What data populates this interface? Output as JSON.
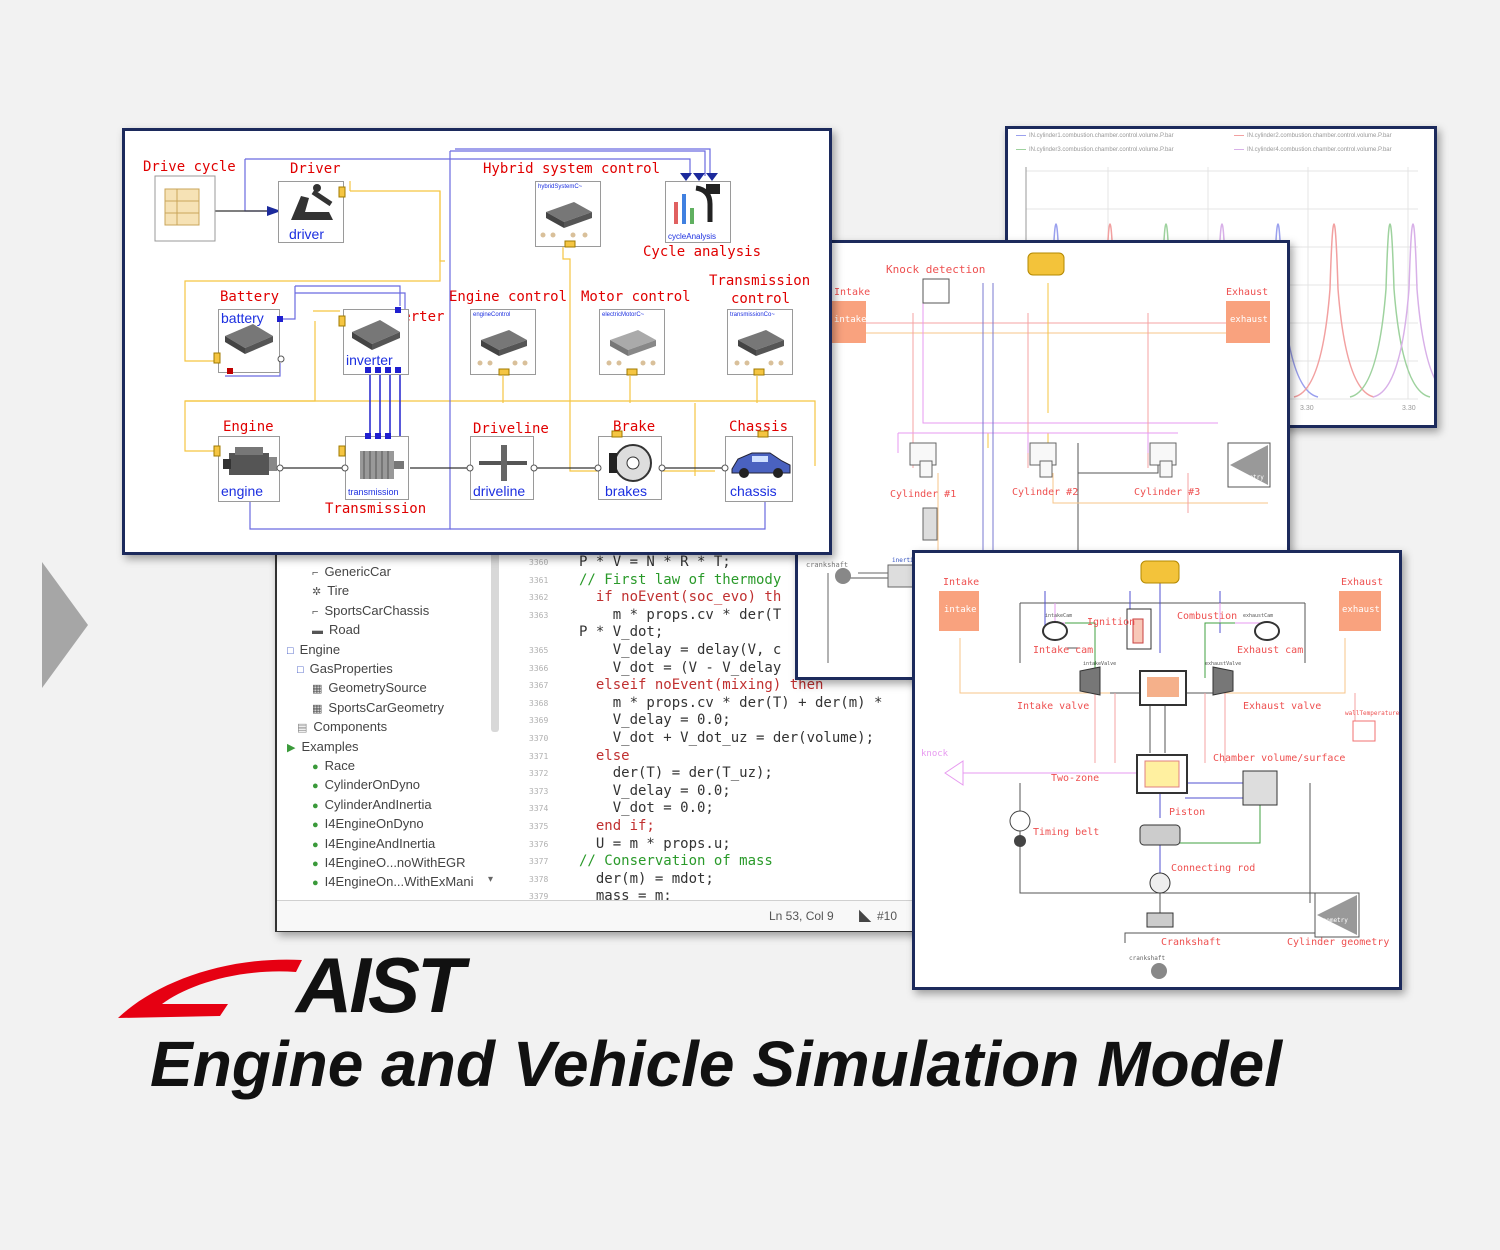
{
  "tree_items": [
    {
      "label": "GenericCar"
    },
    {
      "label": "Tire"
    },
    {
      "label": "SportsCarChassis"
    },
    {
      "label": "Road"
    },
    {
      "label": "Engine"
    },
    {
      "label": "GasProperties"
    },
    {
      "label": "GeometrySource"
    },
    {
      "label": "SportsCarGeometry"
    },
    {
      "label": "Components"
    },
    {
      "label": "Examples"
    },
    {
      "label": "Race"
    },
    {
      "label": "CylinderOnDyno"
    },
    {
      "label": "CylinderAndInertia"
    },
    {
      "label": "I4EngineOnDyno"
    },
    {
      "label": "I4EngineAndInertia"
    },
    {
      "label": "I4EngineO...noWithEGR"
    },
    {
      "label": "I4EngineOn...WithExMani"
    }
  ],
  "code_lines": [
    {
      "num": "3360",
      "text": "P * V = N * R * T;"
    },
    {
      "num": "3361",
      "text": "// First law of thermody"
    },
    {
      "num": "3362",
      "text": "  if noEvent(soc_evo) th"
    },
    {
      "num": "3363",
      "text": "    m * props.cv * der(T"
    },
    {
      "num": "",
      "text": "P * V_dot;"
    },
    {
      "num": "3365",
      "text": "    V_delay = delay(V, c"
    },
    {
      "num": "3366",
      "text": "    V_dot = (V - V_delay"
    },
    {
      "num": "3367",
      "text": "  elseif noEvent(mixing) then"
    },
    {
      "num": "3368",
      "text": "    m * props.cv * der(T) + der(m) *"
    },
    {
      "num": "3369",
      "text": "    V_delay = 0.0;"
    },
    {
      "num": "3370",
      "text": "    V_dot + V_dot_uz = der(volume);"
    },
    {
      "num": "3371",
      "text": "  else"
    },
    {
      "num": "3372",
      "text": "    der(T) = der(T_uz);"
    },
    {
      "num": "3373",
      "text": "    V_delay = 0.0;"
    },
    {
      "num": "3374",
      "text": "    V_dot = 0.0;"
    },
    {
      "num": "3375",
      "text": "  end if;"
    },
    {
      "num": "3376",
      "text": "  U = m * props.u;"
    },
    {
      "num": "3377",
      "text": "// Conservation of mass"
    },
    {
      "num": "3378",
      "text": "  der(m) = mdot;"
    },
    {
      "num": "3379",
      "text": "  mass = m;"
    }
  ],
  "status": {
    "position": "Ln 53, Col 9",
    "extra": "#10"
  },
  "vehicle": {
    "labels": {
      "drive_cycle": "Drive cycle",
      "driver": "Driver",
      "hybrid_control": "Hybrid system control",
      "cycle_analysis": "Cycle analysis",
      "battery": "Battery",
      "inverter": "Inverter",
      "engine_control": "Engine control",
      "motor_control": "Motor control",
      "transmission_control_1": "Transmission",
      "transmission_control_2": "control",
      "engine": "Engine",
      "driveline": "Driveline",
      "brake": "Brake",
      "chassis": "Chassis",
      "transmission": "Transmission"
    },
    "names": {
      "driver": "driver",
      "battery": "battery",
      "inverter": "inverter",
      "engine": "engine",
      "driveline": "driveline",
      "brakes": "brakes",
      "chassis": "chassis",
      "transmission": "transmission",
      "hybrid_icon": "hybridSystemC~",
      "cycle_icon": "cycleAnalysis",
      "engine_ctrl_icon": "engineControl",
      "motor_ctrl_icon": "electricMotorC~",
      "trans_ctrl_icon": "transmissionCo~"
    }
  },
  "multi_cylinder": {
    "labels": {
      "knock": "Knock detection",
      "intake": "Intake",
      "intake_box": "intake",
      "exhaust": "Exhaust",
      "exhaust_box": "exhaust",
      "cyl1": "Cylinder #1",
      "cyl2": "Cylinder #2",
      "cyl3": "Cylinder #3",
      "crankshaft": "crankshaft",
      "geometry": "geometry",
      "inertia": "inertia"
    }
  },
  "cylinder": {
    "labels": {
      "intake": "Intake",
      "intake_box": "intake",
      "exhaust": "Exhaust",
      "exhaust_box": "exhaust",
      "intake_cam_icon": "intakeCam",
      "exhaust_cam_icon": "exhaustCam",
      "intake_valve_icon": "intakeValve",
      "exhaust_valve_icon": "exhaustValve",
      "wall_temp": "wallTemperature",
      "ignition": "Ignition",
      "combustion": "Combustion",
      "intake_cam": "Intake cam",
      "exhaust_cam": "Exhaust cam",
      "intake_valve": "Intake valve",
      "exhaust_valve": "Exhaust valve",
      "knock": "knock",
      "chamber": "Chamber volume/surface",
      "two_zone": "Two-zone",
      "piston": "Piston",
      "timing_belt": "Timing belt",
      "connecting_rod": "Connecting rod",
      "crankshaft": "Crankshaft",
      "cylinder_geometry": "Cylinder geometry",
      "crankshaft_icon": "crankshaft",
      "geometry_icon": "geometry"
    }
  },
  "plot": {
    "legend": [
      "IN.cylinder1.combustion.chamber.control.volume.P.bar",
      "IN.cylinder2.combustion.chamber.control.volume.P.bar",
      "IN.cylinder3.combustion.chamber.control.volume.P.bar",
      "IN.cylinder4.combustion.chamber.control.volume.P.bar"
    ],
    "ticks": [
      "3.30",
      "3.30",
      "3.30"
    ],
    "series_colors": [
      "#9aa0ee",
      "#f2a0a0",
      "#9ed29e",
      "#d8b0e8"
    ]
  },
  "logo": "AIST",
  "title": "Engine and Vehicle Simulation Model",
  "colors": {
    "navy": "#1c2a5c",
    "red": "#e00000",
    "blue": "#1c2fe0",
    "wire_yellow": "#f5c542",
    "wire_blue": "#6a6ae0",
    "arrow": "#a6a6a6"
  }
}
